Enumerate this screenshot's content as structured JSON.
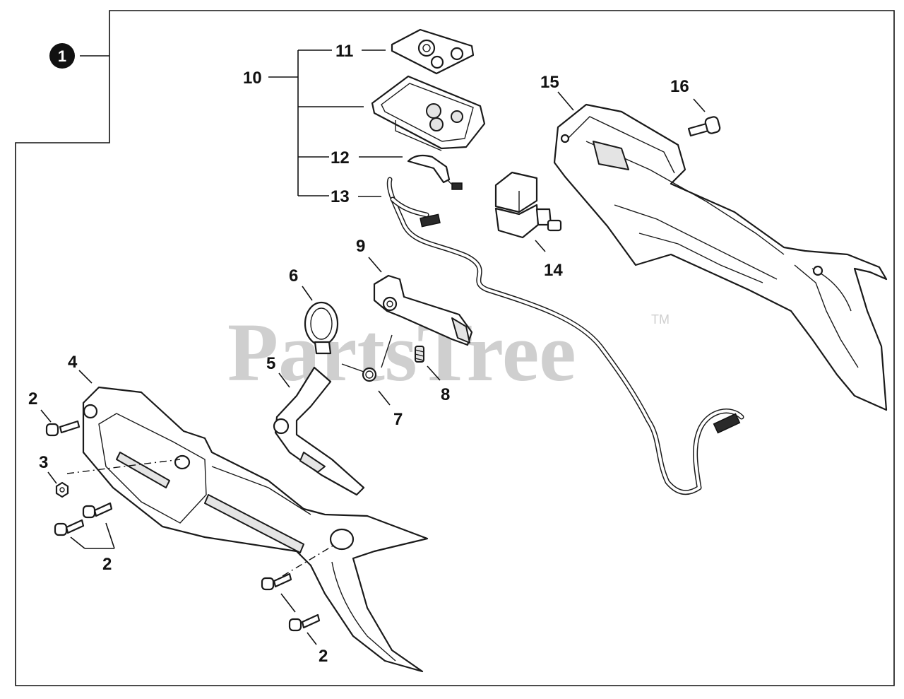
{
  "diagram": {
    "assembly_badge": "1",
    "watermark": "PartsTree",
    "watermark_tm": "TM",
    "callouts": {
      "c2a": "2",
      "c2b": "2",
      "c2c": "2",
      "c3": "3",
      "c4": "4",
      "c5": "5",
      "c6": "6",
      "c7": "7",
      "c8": "8",
      "c9": "9",
      "c10": "10",
      "c11": "11",
      "c12": "12",
      "c13": "13",
      "c14": "14",
      "c15": "15",
      "c16": "16"
    }
  }
}
